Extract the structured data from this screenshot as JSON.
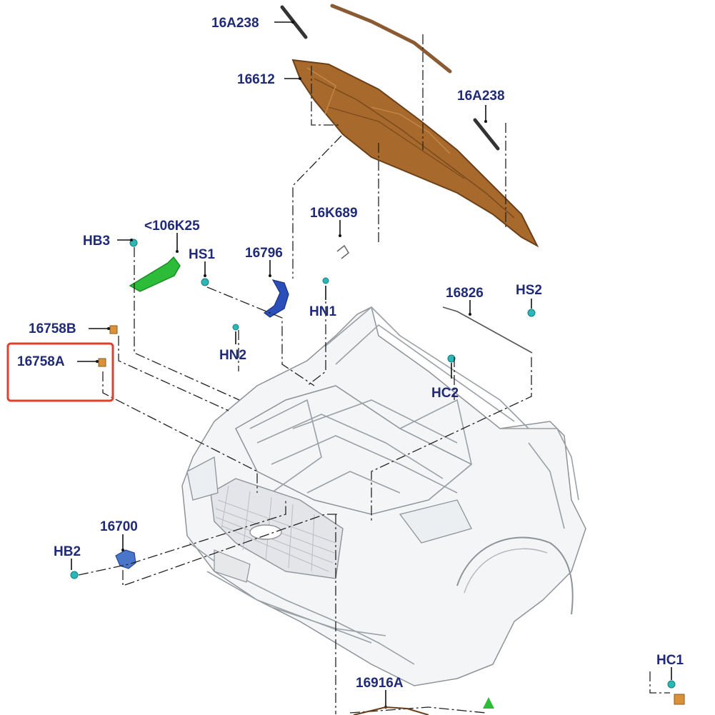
{
  "labels": {
    "l_16A238_top": "16A238",
    "l_16612": "16612",
    "l_16A238_right": "16A238",
    "l_16K689": "16K689",
    "l_106K25": "<106K25",
    "l_HB3": "HB3",
    "l_HS1": "HS1",
    "l_16796": "16796",
    "l_HN1": "HN1",
    "l_16826": "16826",
    "l_HS2": "HS2",
    "l_16758B": "16758B",
    "l_16758A": "16758A",
    "l_HN2": "HN2",
    "l_HC2": "HC2",
    "l_16700": "16700",
    "l_HB2": "HB2",
    "l_HC1": "HC1",
    "l_16916A": "16916A"
  },
  "highlight": {
    "part": "16758A",
    "color": "#e0402f"
  },
  "colors": {
    "label_text": "#1f2a78",
    "hood": "#a86a2c",
    "hood_seal": "#8a5a32",
    "hinge_blue": "#2b4fb8",
    "bracket_green": "#2dbb3a",
    "fastener_teal": "#2bb7b5",
    "bumper_orange": "#d9923a"
  }
}
